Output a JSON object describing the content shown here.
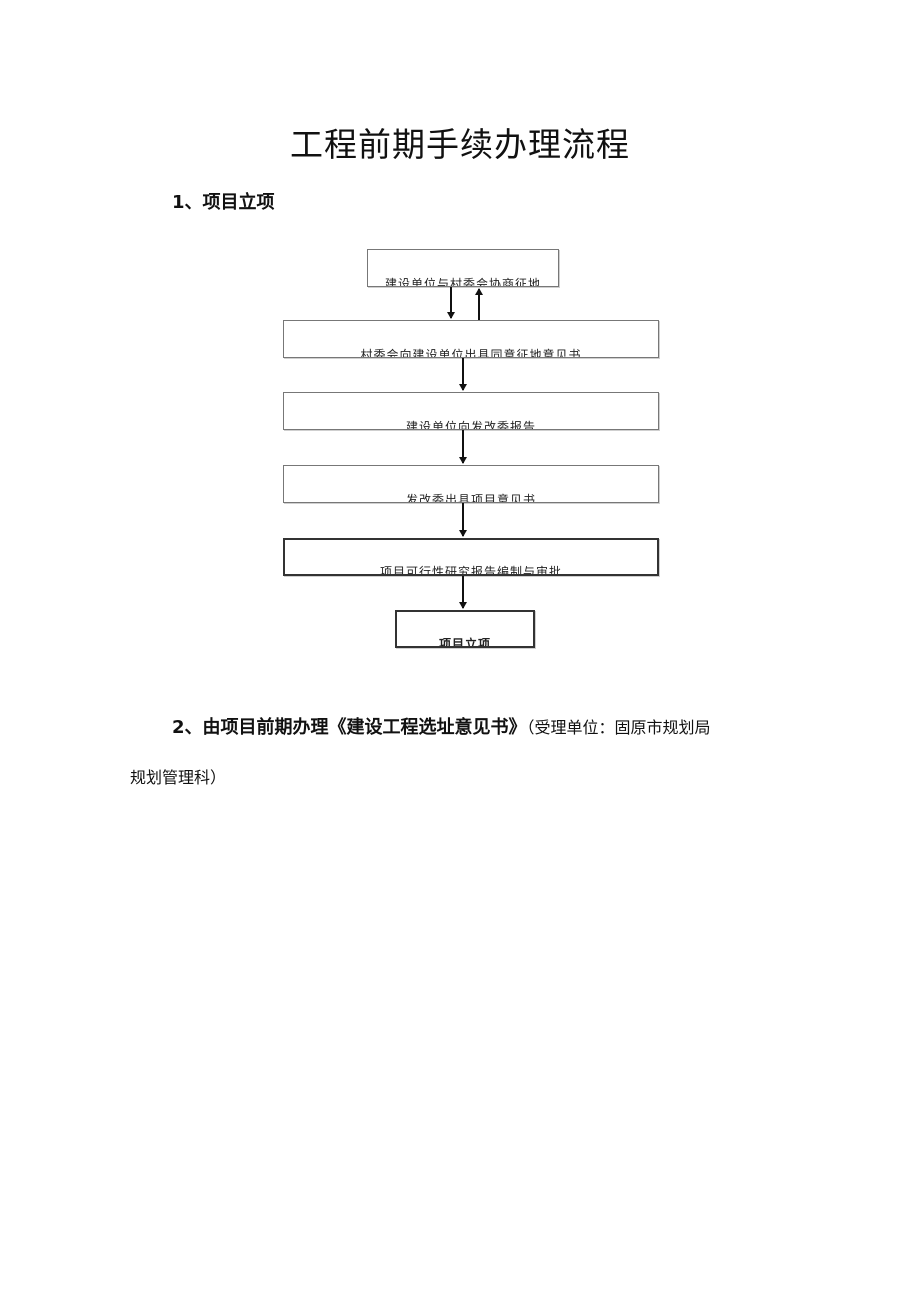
{
  "document": {
    "title": "工程前期手续办理流程",
    "section1": {
      "heading": "1、项目立项"
    },
    "flowchart": {
      "steps": [
        "建设单位与村委会协商征地",
        "村委会向建设单位出具同意征地意见书",
        "建设单位向发改委报告",
        "发改委出具项目意见书",
        "项目可行性研究报告编制与审批",
        "项目立项"
      ]
    },
    "section2": {
      "heading": "2、由项目前期办理《建设工程选址意见书》",
      "note": "（受理单位：固原市规划局",
      "note_continued": "规划管理科）"
    }
  }
}
